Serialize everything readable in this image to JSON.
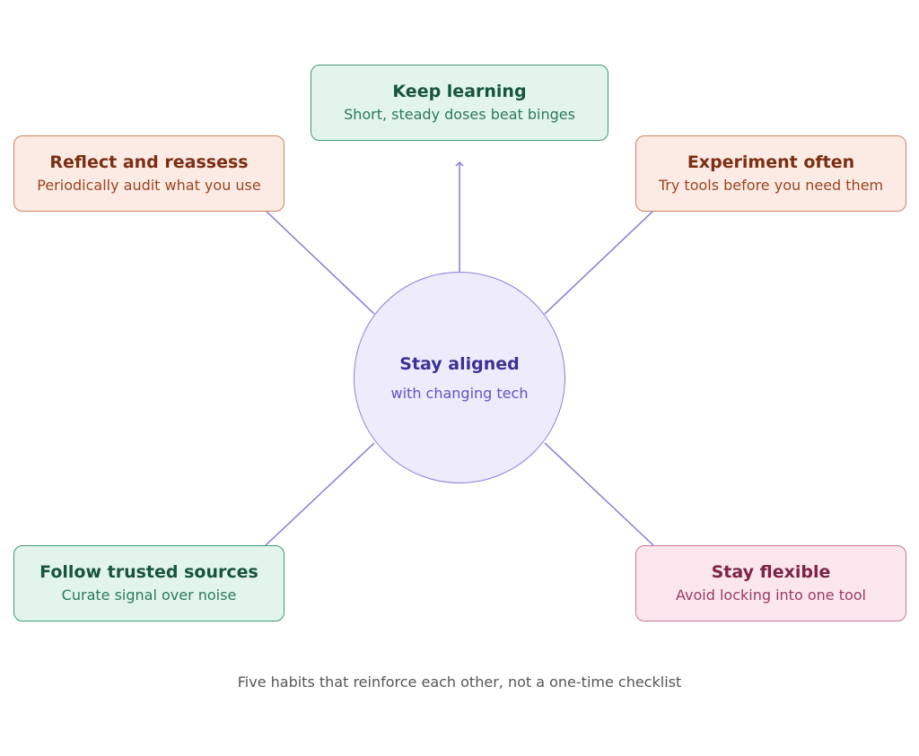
{
  "hub": {
    "title": "Stay aligned",
    "subtitle": "with changing tech"
  },
  "nodes": [
    {
      "title": "Keep learning",
      "subtitle": "Short, steady doses beat binges"
    },
    {
      "title": "Reflect and reassess",
      "subtitle": "Periodically audit what you use"
    },
    {
      "title": "Experiment often",
      "subtitle": "Try tools before you need them"
    },
    {
      "title": "Follow trusted sources",
      "subtitle": "Curate signal over noise"
    },
    {
      "title": "Stay flexible",
      "subtitle": "Avoid locking into one tool"
    }
  ],
  "caption": "Five habits that reinforce each other, not a one-time checklist",
  "colors": {
    "connector": "#8579db",
    "hub_fill": "#edebfc",
    "green_fill": "#e3f4ec",
    "orange_fill": "#fbebe4",
    "pink_fill": "#fbe6ee"
  }
}
